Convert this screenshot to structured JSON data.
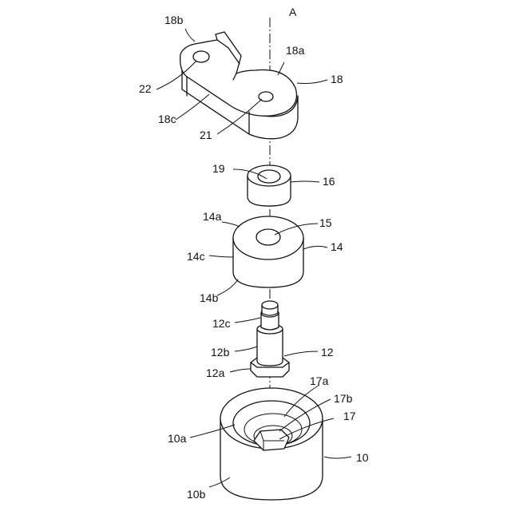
{
  "labels": {
    "A": "A",
    "l18b": "18b",
    "l18a": "18a",
    "l18": "18",
    "l22": "22",
    "l18c": "18c",
    "l21": "21",
    "l19": "19",
    "l16": "16",
    "l14a": "14a",
    "l15": "15",
    "l14": "14",
    "l14c": "14c",
    "l14b": "14b",
    "l12c": "12c",
    "l12b": "12b",
    "l12": "12",
    "l12a": "12a",
    "l17a": "17a",
    "l17b": "17b",
    "l17": "17",
    "l10a": "10a",
    "l10": "10",
    "l10b": "10b"
  }
}
